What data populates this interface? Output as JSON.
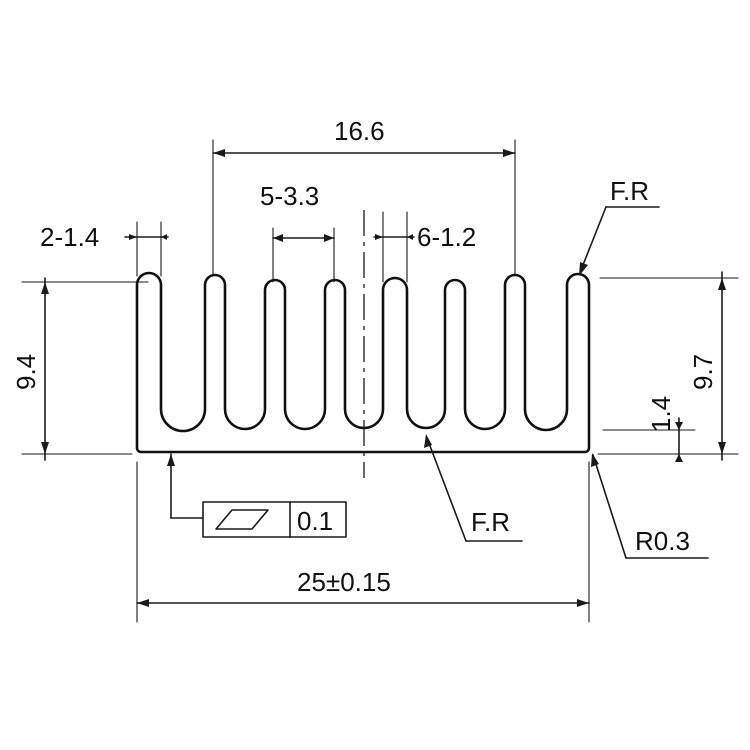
{
  "dimensions": {
    "top_span": "16.6",
    "fin_pitch": "5-3.3",
    "outer_fin": "2-1.4",
    "inner_fin": "6-1.2",
    "left_height": "9.4",
    "right_height": "9.7",
    "base_thickness": "1.4",
    "overall_width": "25±0.15"
  },
  "notes": {
    "fillet_top": "F.R",
    "fillet_bottom": "F.R",
    "corner_radius": "R0.3"
  },
  "tolerance_frame": {
    "symbol": "flatness-symbol",
    "value": "0.1"
  }
}
